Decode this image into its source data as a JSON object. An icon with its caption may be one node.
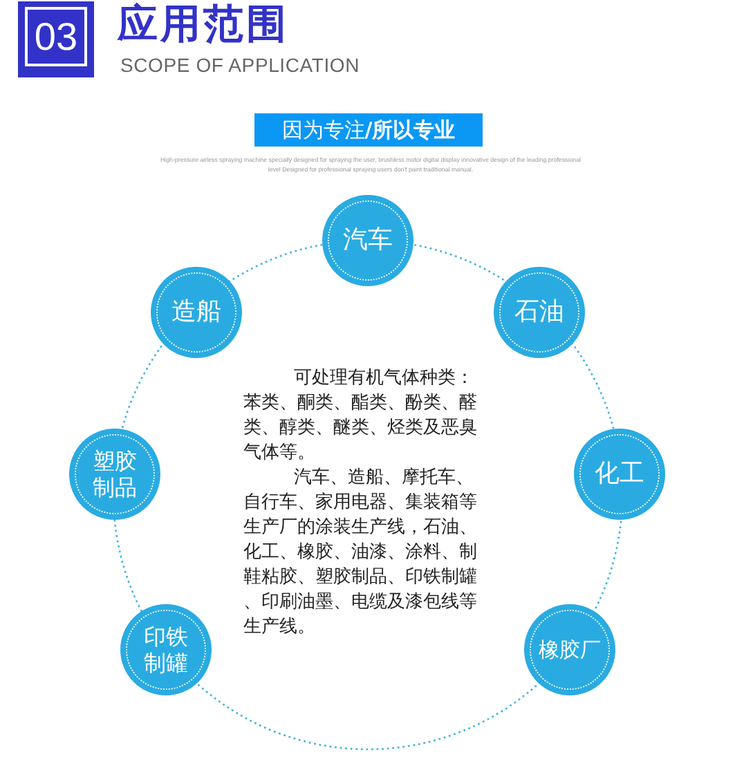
{
  "diagram": {
    "title": "应用范围",
    "nodes": [
      {
        "text": [
          "03"
        ]
      },
      {
        "text": [
          "因为专注**/所以专业**"
        ]
      },
      {
        "text": [
          "汽车"
        ]
      },
      {
        "text": [
          "造船"
        ]
      },
      {
        "text": [
          "石油"
        ]
      },
      {
        "text": [
          "塑胶制品"
        ]
      },
      {
        "text": [
          "化工"
        ]
      },
      {
        "text": [
          "印铁制罐"
        ]
      },
      {
        "text": [
          "橡胶厂"
        ]
      }
    ],
    "labels": [
      "SCOPE OF APPLICATION",
      "High-pressure airless spraying machine specially designed for spraying the user, brushless motor digital display innovative design of the leading professional level Designed for professional spraying users don't paint traditional manual.",
      "可处理有机气体种类：苯类、酮类、酯类、酚类、醛类、醇类、醚类、烃类及恶臭气体等。",
      "汽车、造船、摩托车、自行车、家用电器、集装箱等生产厂的涂装生产线，石油、化工、橡胶、油漆、涂料、制鞋粘胶、塑胶制品、印铁制罐、印刷油墨、电缆及漆包线等生产线。"
    ]
  }
}
